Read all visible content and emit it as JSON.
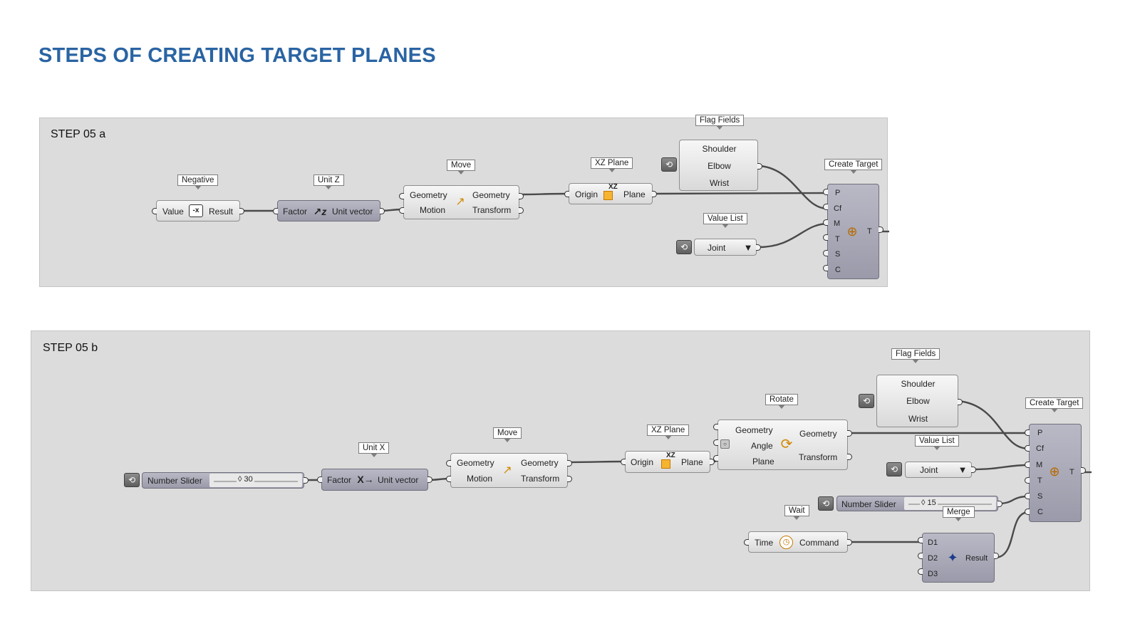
{
  "title": "STEPS OF CREATING TARGET PLANES",
  "colors": {
    "title": "#2a64a3",
    "canvas": "#dcdcdc",
    "wire": "#4a4a4a"
  },
  "step_a": {
    "label": "STEP 05 a",
    "negative": {
      "tag": "Negative",
      "in": "Value",
      "out": "Result"
    },
    "unit_z": {
      "tag": "Unit Z",
      "in": "Factor",
      "out": "Unit vector"
    },
    "move": {
      "tag": "Move",
      "in1": "Geometry",
      "in2": "Motion",
      "out1": "Geometry",
      "out2": "Transform"
    },
    "xz_plane": {
      "tag": "XZ Plane",
      "in": "Origin",
      "out": "Plane",
      "badge": "XZ"
    },
    "flag_fields": {
      "tag": "Flag Fields",
      "items": [
        "Shoulder",
        "Elbow",
        "Wrist"
      ]
    },
    "value_list": {
      "tag": "Value List",
      "value": "Joint"
    },
    "create_target": {
      "tag": "Create Target",
      "inputs": [
        "P",
        "Cf",
        "M",
        "T",
        "S",
        "C"
      ],
      "output": "T"
    }
  },
  "step_b": {
    "label": "STEP 05 b",
    "slider_x": {
      "label": "Number Slider",
      "value": "◊ 30"
    },
    "unit_x": {
      "tag": "Unit X",
      "in": "Factor",
      "out": "Unit vector"
    },
    "move": {
      "tag": "Move",
      "in1": "Geometry",
      "in2": "Motion",
      "out1": "Geometry",
      "out2": "Transform"
    },
    "xz_plane": {
      "tag": "XZ Plane",
      "in": "Origin",
      "out": "Plane",
      "badge": "XZ"
    },
    "rotate": {
      "tag": "Rotate",
      "in1": "Geometry",
      "in2": "Angle",
      "in3": "Plane",
      "out1": "Geometry",
      "out2": "Transform"
    },
    "flag_fields": {
      "tag": "Flag Fields",
      "items": [
        "Shoulder",
        "Elbow",
        "Wrist"
      ]
    },
    "value_list": {
      "tag": "Value List",
      "value": "Joint"
    },
    "slider_s": {
      "label": "Number Slider",
      "value": "◊ 15"
    },
    "wait": {
      "tag": "Wait",
      "in": "Time",
      "out": "Command"
    },
    "merge": {
      "tag": "Merge",
      "inputs": [
        "D1",
        "D2",
        "D3"
      ],
      "out": "Result"
    },
    "create_target": {
      "tag": "Create Target",
      "inputs": [
        "P",
        "Cf",
        "M",
        "T",
        "S",
        "C"
      ],
      "output": "T"
    }
  }
}
